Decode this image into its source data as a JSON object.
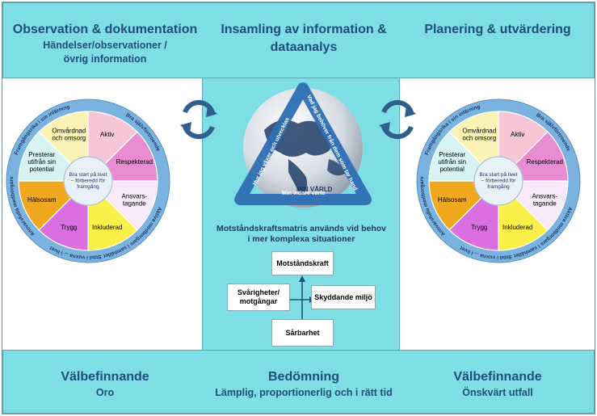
{
  "header": {
    "left_title": "Observation & dokumentation",
    "left_sub_line1": "Händelser/observationer /",
    "left_sub_line2": "övrig information",
    "center_title_line1": "Insamling av information &",
    "center_title_line2": "dataanalys",
    "right_title": "Planering & utvärdering"
  },
  "footer": {
    "left_title": "Välbefinnande",
    "left_sub": "Oro",
    "center_title": "Bedömning",
    "center_sub": "Lämplig, proportionerlig och i rätt tid",
    "right_title": "Välbefinnande",
    "right_sub": "Önskvärt utfall"
  },
  "wheel": {
    "center_line1": "Bra start på livet",
    "center_line2": "– förberedd för",
    "center_line3": "framgång",
    "segments": [
      {
        "label": "Aktiv",
        "color": "#f6c6d6"
      },
      {
        "label": "Respekterad",
        "color": "#e98bd0"
      },
      {
        "label": "Ansvars-\ntagande",
        "color": "#f7e9f9"
      },
      {
        "label": "Inkluderad",
        "color": "#fbf04a"
      },
      {
        "label": "Trygg",
        "color": "#d96fe0"
      },
      {
        "label": "Hälsosam",
        "color": "#f0a81e"
      },
      {
        "label": "Presterar\nutifrån sin\npotential",
        "color": "#d8f3f4"
      },
      {
        "label": "Omvårdnad\noch omsorg",
        "color": "#fbf3b6"
      }
    ],
    "ring_color": "#7ab3e0",
    "ring_text_top": "Framgångsrika i sin inlärning",
    "ring_text_right": "Bra självförtroende",
    "ring_text_lower_right": "Aktiva medborgare i samhället",
    "ring_text_bottom": "Stöd i vuxna ... i livet",
    "ring_text_left": "Ansvarsfulla medborgare"
  },
  "globe": {
    "triangle_left": "Hur jag växer och utvecklas",
    "triangle_right": "Vad jag behöver från dem som tar hand om mig",
    "triangle_bottom": "Min vidare värld",
    "world_label": "MIN VÄRLD"
  },
  "matrix": {
    "caption_line1": "Motståndskraftsmatris används vid behov",
    "caption_line2": "i mer komplexa situationer",
    "top": "Motståndskraft",
    "left_line1": "Svårigheter/",
    "left_line2": "motgångar",
    "right": "Skyddande miljö",
    "bottom": "Sårbarhet"
  },
  "colors": {
    "band": "#7fdde6",
    "heading": "#1f4e79",
    "triangle": "#2e6fb4",
    "cycle_arrow": "#2f5f8a"
  }
}
